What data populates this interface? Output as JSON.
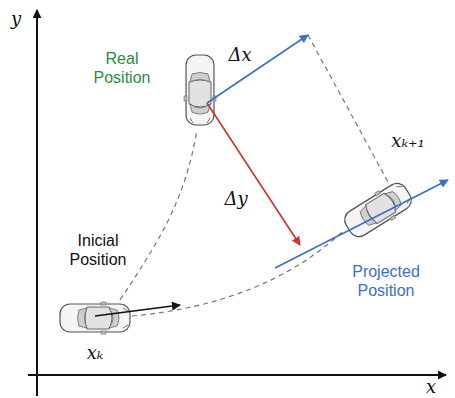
{
  "diagram": {
    "labels": [
      "y",
      "Real Position",
      "Δx",
      "xₖ₊₁",
      "Inicial Position",
      "Δy",
      "Projected Position",
      "xₖ",
      "x"
    ]
  }
}
